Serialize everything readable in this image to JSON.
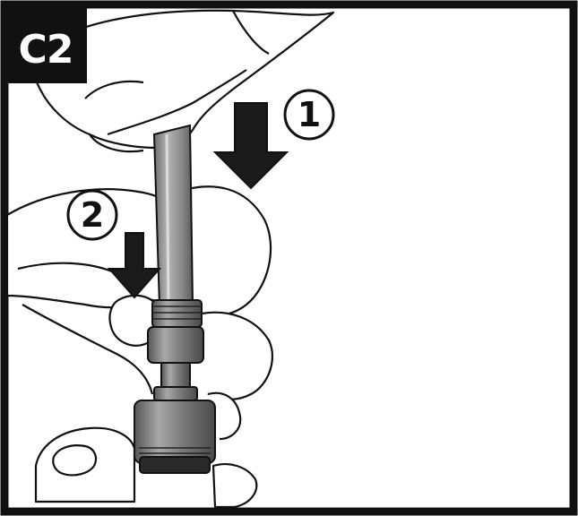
{
  "figure": {
    "step_label": "C2",
    "callouts": [
      {
        "number": "1"
      },
      {
        "number": "2"
      }
    ]
  },
  "colors": {
    "ink": "#111111",
    "paper": "#ffffff",
    "tool_grey": "#8f8f8f",
    "tool_dark": "#555555",
    "badge_bg": "#111111",
    "badge_text": "#ffffff"
  },
  "icons": {
    "arrow_1": "down-arrow-icon",
    "arrow_2": "down-arrow-icon"
  }
}
